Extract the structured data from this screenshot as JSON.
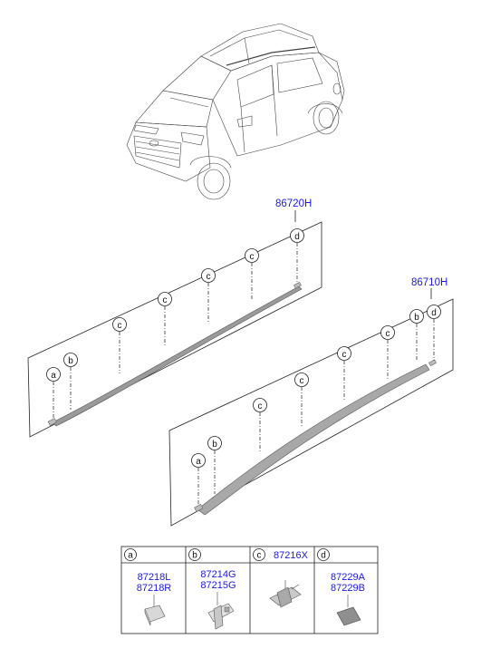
{
  "assemblies": [
    {
      "part_number": "86720H"
    },
    {
      "part_number": "86710H"
    }
  ],
  "callouts": {
    "a": "a",
    "b": "b",
    "c": "c",
    "d": "d"
  },
  "legend": [
    {
      "letter": "a",
      "parts": [
        "87218L",
        "87218R"
      ]
    },
    {
      "letter": "b",
      "parts": [
        "87214G",
        "87215G"
      ]
    },
    {
      "letter": "c",
      "parts": [
        "87216X"
      ]
    },
    {
      "letter": "d",
      "parts": [
        "87229A",
        "87229B"
      ]
    }
  ],
  "icons": [
    "car-illustration",
    "clip-a-icon",
    "clip-b-icon",
    "clip-c-icon",
    "clip-d-icon"
  ]
}
